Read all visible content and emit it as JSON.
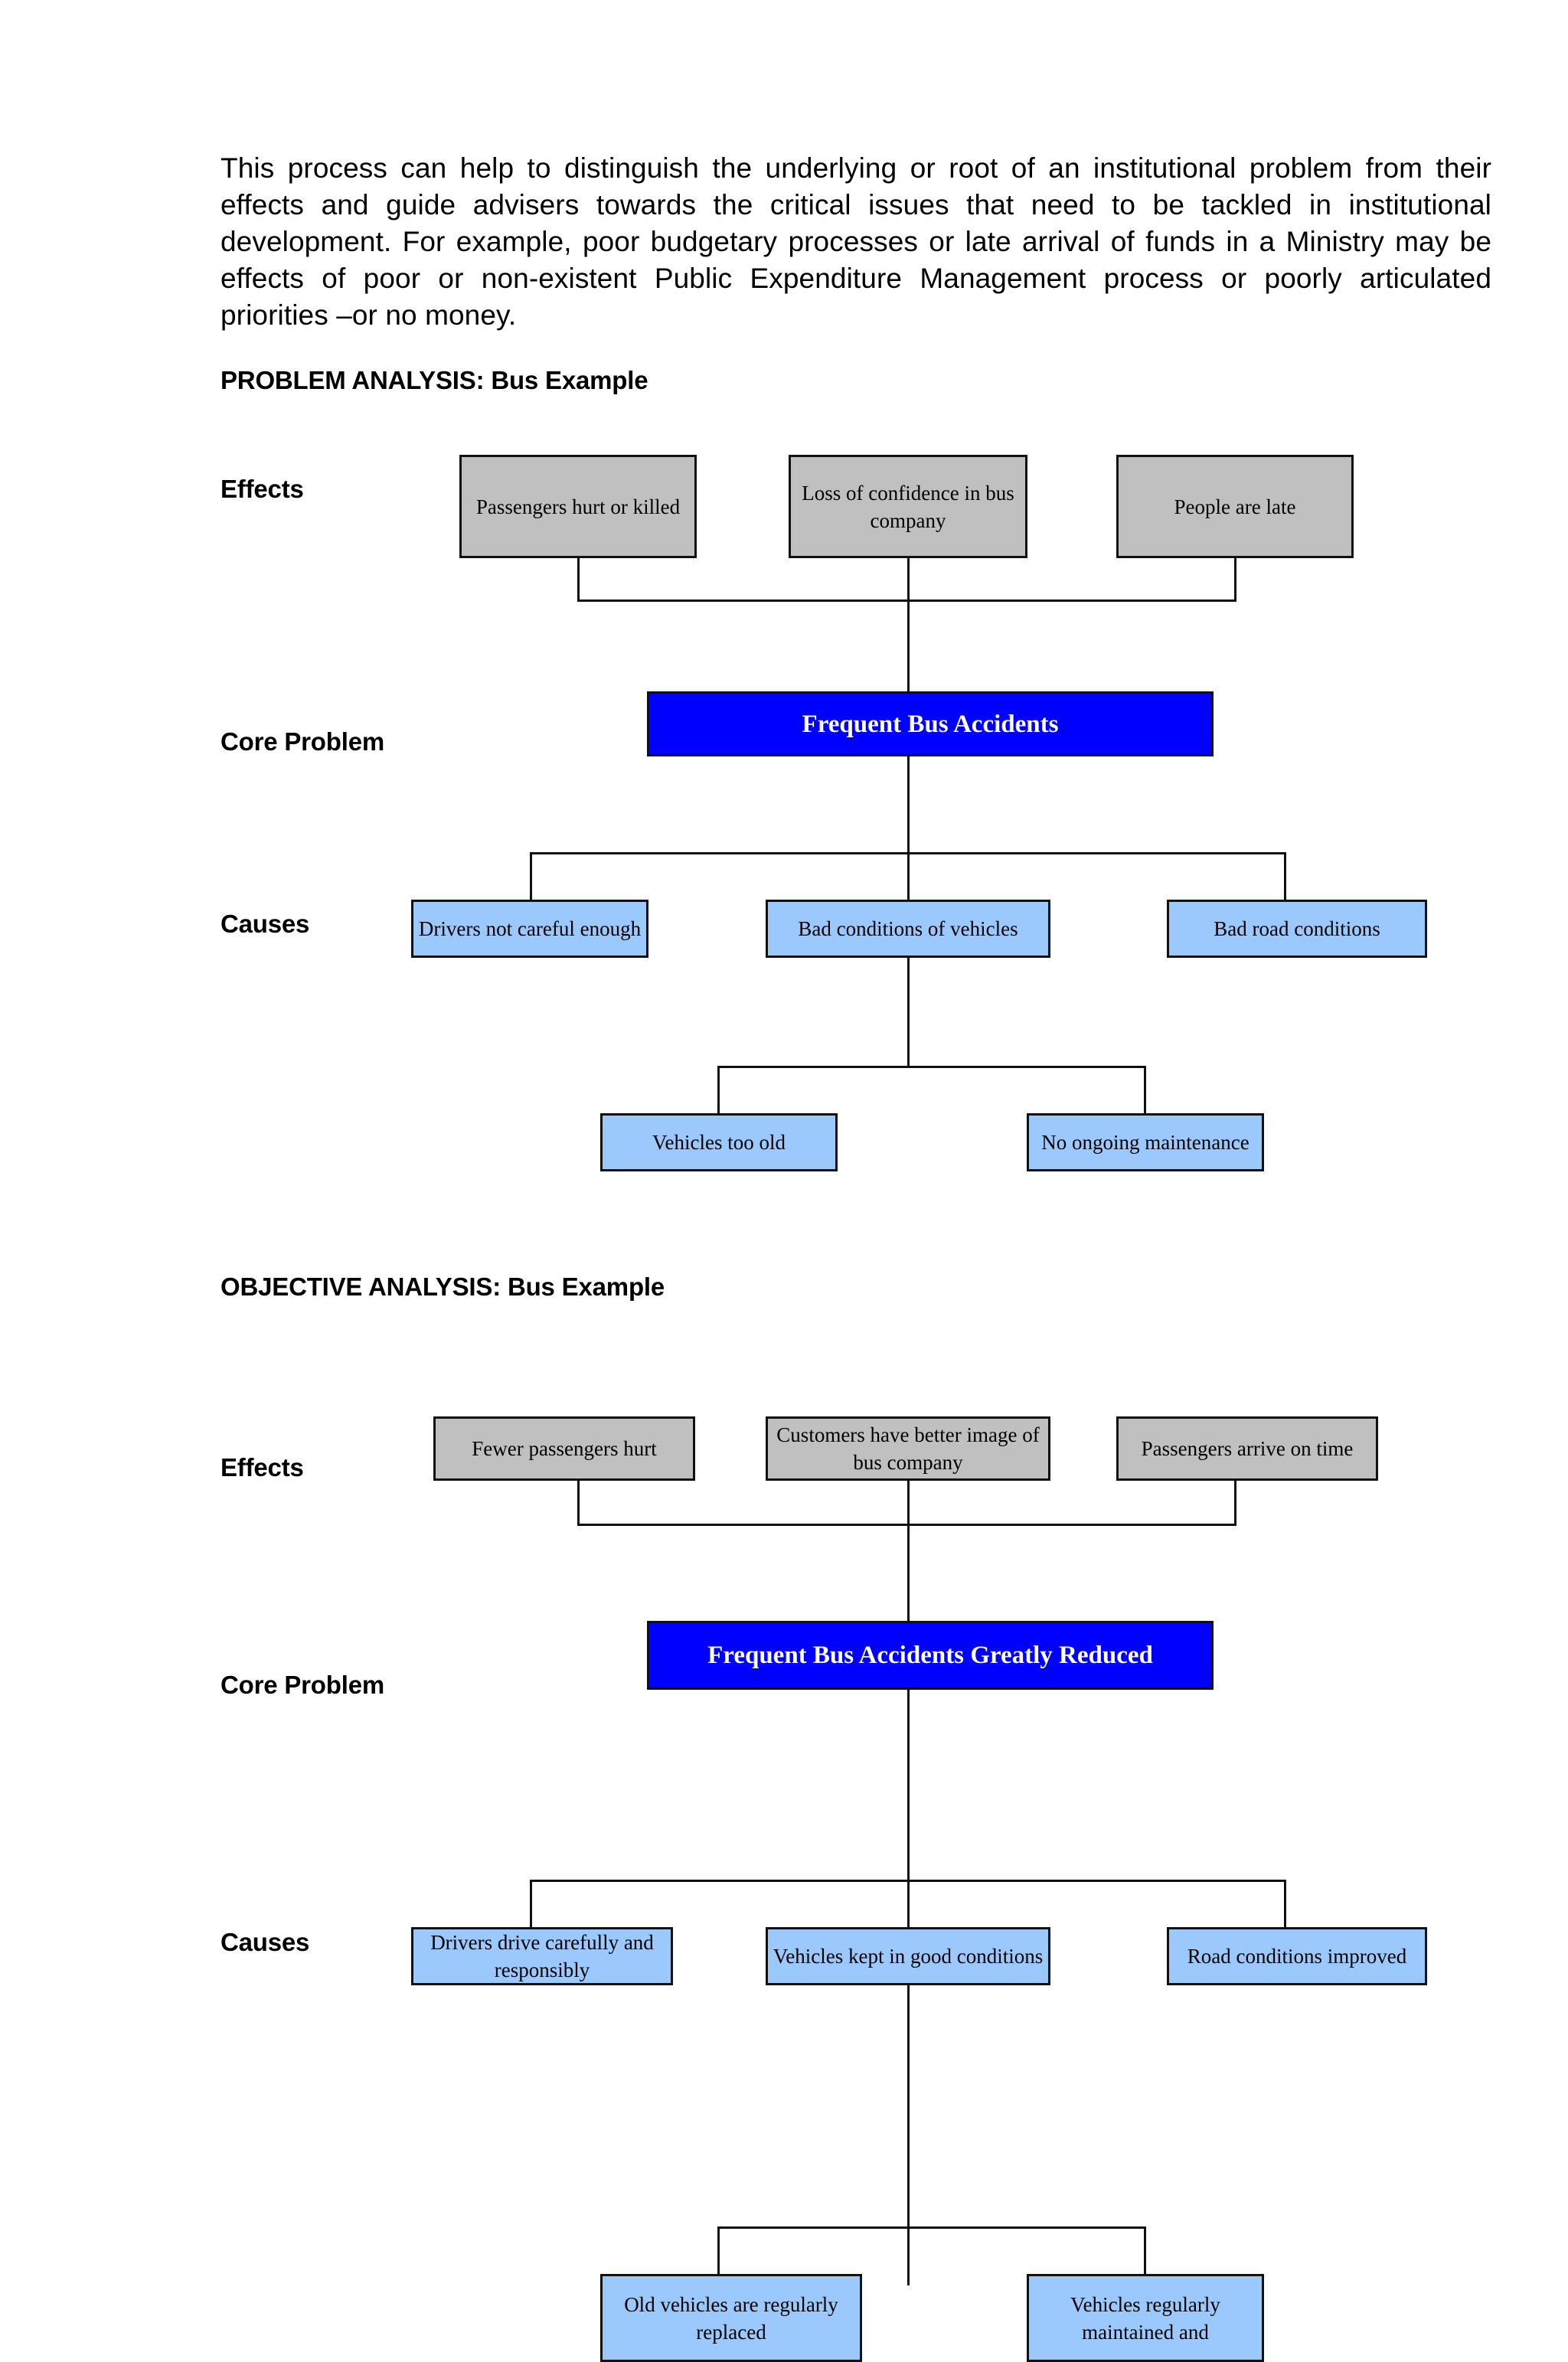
{
  "document": {
    "intro_paragraph": "This process can help to distinguish the underlying or root of an institutional problem from their effects and guide advisers towards the critical issues that need to be tackled in institutional development. For example, poor budgetary processes or late arrival of funds in a Ministry may be effects of poor or non-existent  Public Expenditure Management process or poorly articulated priorities –or no money."
  },
  "colors": {
    "effect_box": "#C0C0C0",
    "cause_box": "#9BC9FD",
    "core_box": "#0000FE",
    "core_text": "#FFFFFF",
    "border": "#111111",
    "page_background": "#FFFFFF"
  },
  "sections": [
    {
      "heading": "PROBLEM ANALYSIS: Bus Example",
      "row_labels": {
        "effects": "Effects",
        "core": "Core Problem",
        "causes": "Causes"
      },
      "effects": [
        "Passengers hurt or killed",
        "Loss of confidence in bus company",
        "People are late"
      ],
      "core_problem": "Frequent Bus Accidents",
      "causes": [
        "Drivers not careful enough",
        "Bad conditions of vehicles",
        "Bad road conditions"
      ],
      "sub_causes": [
        "Vehicles too old",
        "No ongoing maintenance"
      ]
    },
    {
      "heading": "OBJECTIVE ANALYSIS: Bus Example",
      "row_labels": {
        "effects": "Effects",
        "core": "Core Problem",
        "causes": "Causes"
      },
      "effects": [
        "Fewer passengers hurt",
        "Customers have better image of bus company",
        "Passengers arrive on time"
      ],
      "core_problem": "Frequent Bus Accidents Greatly Reduced",
      "causes": [
        "Drivers drive carefully and responsibly",
        "Vehicles kept in good conditions",
        "Road conditions improved"
      ],
      "sub_causes": [
        "Old vehicles are regularly replaced",
        "Vehicles regularly maintained and"
      ]
    }
  ]
}
